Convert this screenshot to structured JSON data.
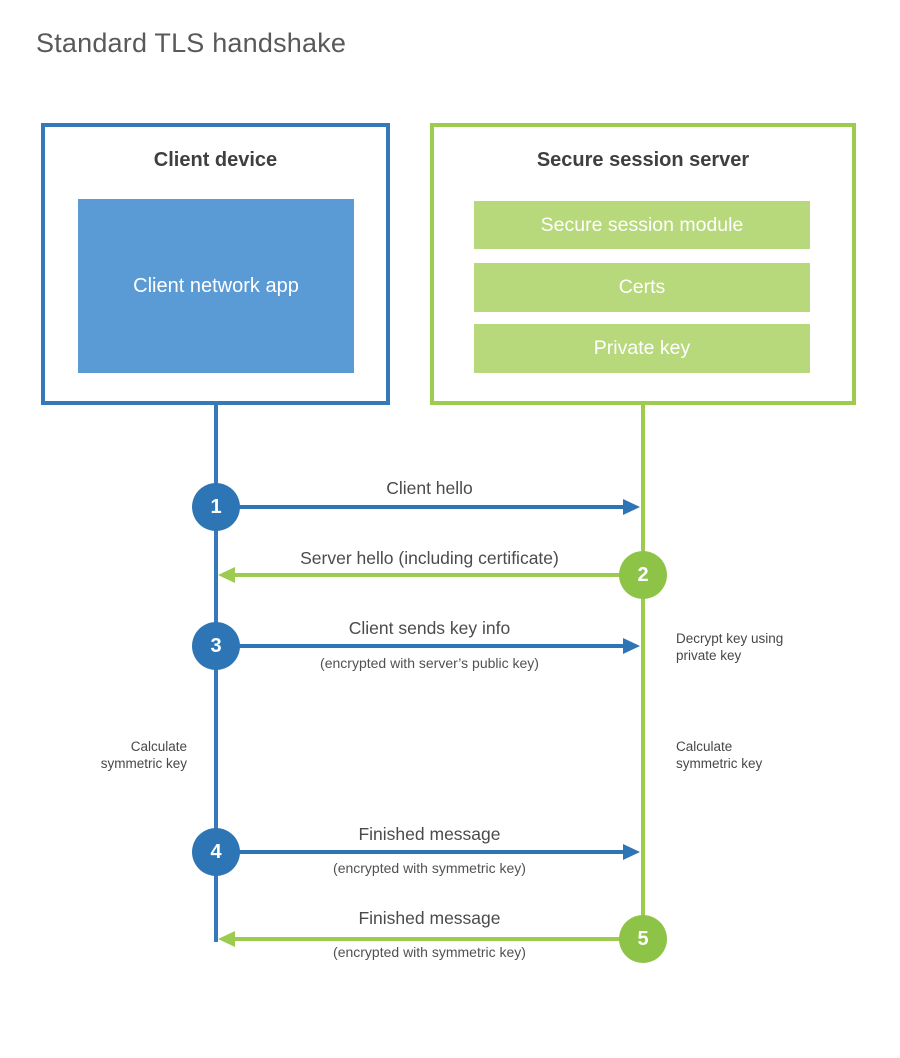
{
  "title": "Standard TLS handshake",
  "colors": {
    "blue_line": "#3579bb",
    "blue_circle": "#2e75b6",
    "blue_fill": "#5b9bd5",
    "green_line": "#9ccb4e",
    "green_circle": "#8dc347",
    "green_bar": "#b7d87b",
    "heading_text": "#3f3f42",
    "label_text": "#4b4b4d",
    "title_text": "#58595b"
  },
  "client": {
    "title": "Client device",
    "app_label": "Client network app"
  },
  "server": {
    "title": "Secure session server",
    "modules": [
      {
        "label": "Secure session module"
      },
      {
        "label": "Certs"
      },
      {
        "label": "Private key"
      }
    ]
  },
  "steps": [
    {
      "num": "1",
      "label": "Client hello",
      "sub": "",
      "direction": "client-to-server"
    },
    {
      "num": "2",
      "label": "Server hello (including certificate)",
      "sub": "",
      "direction": "server-to-client"
    },
    {
      "num": "3",
      "label": "Client sends key info",
      "sub": "(encrypted with server’s public key)",
      "direction": "client-to-server"
    },
    {
      "num": "4",
      "label": "Finished message",
      "sub": "(encrypted with symmetric key)",
      "direction": "client-to-server"
    },
    {
      "num": "5",
      "label": "Finished message",
      "sub": "(encrypted with symmetric key)",
      "direction": "server-to-client"
    }
  ],
  "notes": {
    "decrypt": "Decrypt key using private key",
    "calc_left": "Calculate symmetric key",
    "calc_right": "Calculate symmetric key"
  }
}
